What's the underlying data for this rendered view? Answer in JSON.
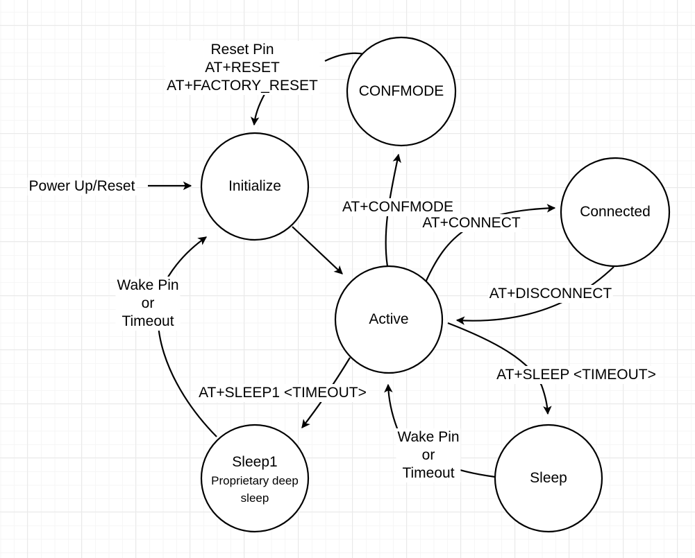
{
  "diagram": {
    "states": {
      "confmode": {
        "label": "CONFMODE"
      },
      "initialize": {
        "label": "Initialize"
      },
      "connected": {
        "label": "Connected"
      },
      "active": {
        "label": "Active"
      },
      "sleep1": {
        "label": "Sleep1",
        "sublabel1": "Proprietary deep",
        "sublabel2": "sleep"
      },
      "sleep": {
        "label": "Sleep"
      }
    },
    "labels": {
      "reset": {
        "line1": "Reset Pin",
        "line2": "AT+RESET",
        "line3": "AT+FACTORY_RESET"
      },
      "power_up": "Power Up/Reset",
      "at_confmode": "AT+CONFMODE",
      "at_connect": "AT+CONNECT",
      "at_disconnect": "AT+DISCONNECT",
      "at_sleep1": "AT+SLEEP1 <TIMEOUT>",
      "at_sleep": "AT+SLEEP <TIMEOUT>",
      "wake_left": {
        "line1": "Wake Pin",
        "line2": "or",
        "line3": "Timeout"
      },
      "wake_right": {
        "line1": "Wake Pin",
        "line2": "or",
        "line3": "Timeout"
      }
    },
    "colors": {
      "stroke": "#000000",
      "fill": "#ffffff",
      "grid_minor": "#f6f6f6",
      "grid_major": "#e9e9e9"
    }
  }
}
